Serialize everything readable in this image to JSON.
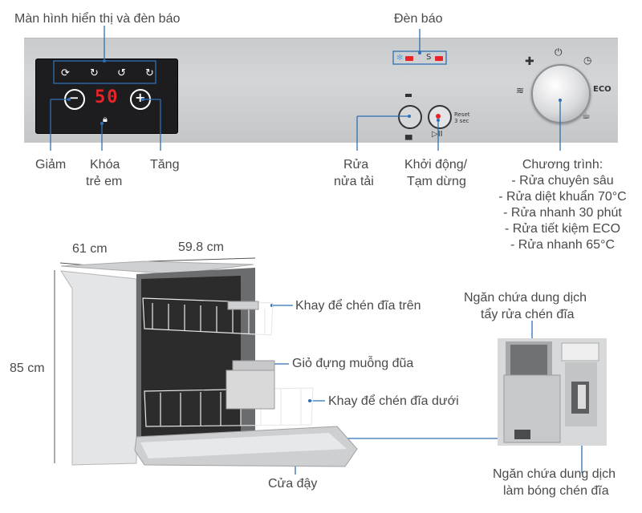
{
  "labels": {
    "display_title": "Màn hình hiển thị và đèn báo",
    "indicator_title": "Đèn báo",
    "decrease": "Giảm",
    "child_lock_1": "Khóa",
    "child_lock_2": "trẻ em",
    "increase": "Tăng",
    "half_load_1": "Rửa",
    "half_load_2": "nửa tải",
    "start_pause_1": "Khởi động/",
    "start_pause_2": "Tạm dừng",
    "programs": [
      "Chương trình:",
      "- Rửa chuyên sâu",
      "- Rửa diệt khuẩn 70°C",
      "- Rửa nhanh 30 phút",
      "- Rửa tiết kiệm ECO",
      "- Rửa nhanh 65°C"
    ],
    "depth": "61 cm",
    "width": "59.8 cm",
    "height": "85 cm",
    "upper_rack": "Khay để chén đĩa trên",
    "cutlery_basket": "Giỏ đựng muỗng đũa",
    "lower_rack": "Khay để chén đĩa dưới",
    "door": "Cửa đậy",
    "detergent_1": "Ngăn chứa dung dịch",
    "detergent_2": "tẩy rửa chén đĩa",
    "rinse_1": "Ngăn chứa dung dịch",
    "rinse_2": "làm bóng chén đĩa"
  },
  "panel": {
    "display_value": "50",
    "minus_symbol": "−",
    "plus_symbol": "+",
    "reset_label_1": "Reset",
    "reset_label_2": "3 sec",
    "knob_eco": "ECO",
    "play_pause": "▷II"
  },
  "colors": {
    "accent_red": "#e8232a",
    "leader_blue": "#2e6fb5",
    "panel_gray": "#cfd1d3"
  }
}
